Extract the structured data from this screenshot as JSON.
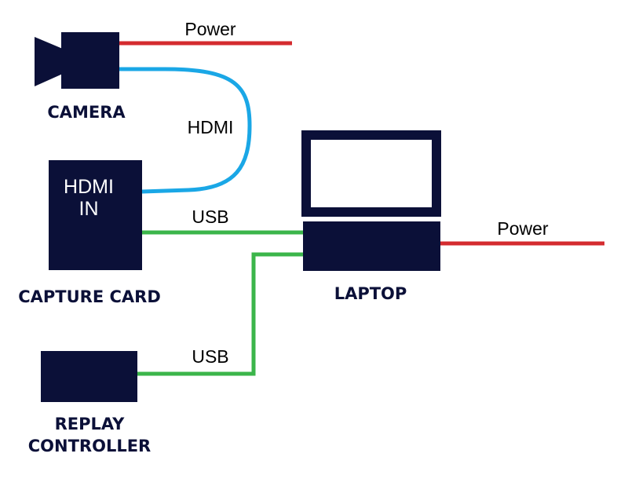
{
  "colors": {
    "device": "#0b1038",
    "power_cable": "#d42b2f",
    "hdmi_cable": "#1aa7e6",
    "usb_cable": "#3bb54a"
  },
  "devices": {
    "camera": {
      "label": "CAMERA",
      "icon": "video-camera-icon"
    },
    "capture_card": {
      "label": "CAPTURE CARD",
      "port_label_line1": "HDMI",
      "port_label_line2": "IN"
    },
    "laptop": {
      "label": "LAPTOP",
      "icon": "laptop-icon"
    },
    "replay_controller": {
      "label_line1": "REPLAY",
      "label_line2": "CONTROLLER"
    }
  },
  "connections": {
    "camera_power": "Power",
    "camera_hdmi": "HDMI",
    "capture_usb": "USB",
    "laptop_power": "Power",
    "controller_usb": "USB"
  }
}
